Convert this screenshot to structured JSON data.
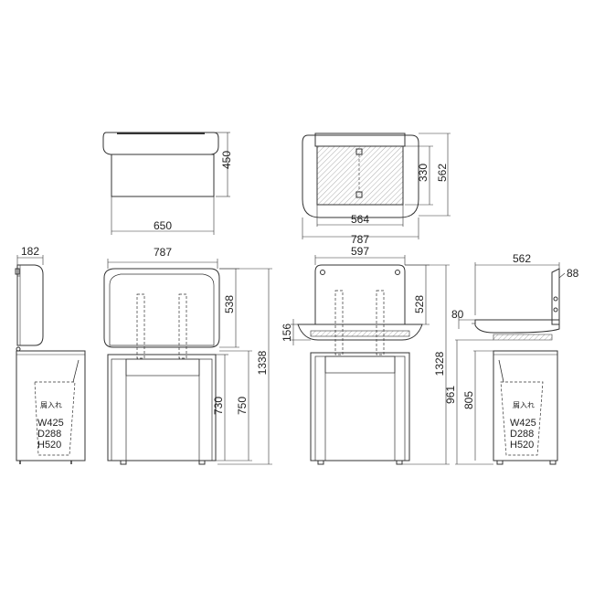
{
  "top_view": {
    "width": "650",
    "depth": "450"
  },
  "plan_view": {
    "width": "787",
    "depth": "562",
    "basin_width": "564",
    "basin_depth": "330"
  },
  "left_side": {
    "top_depth": "182"
  },
  "front_view": {
    "width": "787",
    "upper_height": "538",
    "cabinet_height": "730",
    "counter_height": "750",
    "total_height": "1338"
  },
  "back_view": {
    "width": "597",
    "upper_height": "528",
    "basin_height": "156",
    "total_height": "1328"
  },
  "right_side": {
    "depth": "562",
    "offset": "88",
    "lip": "80",
    "height_upper": "961",
    "height_lower": "805"
  },
  "bin_label": {
    "title": "屑入れ",
    "w": "W425",
    "d": "D288",
    "h": "H520"
  }
}
